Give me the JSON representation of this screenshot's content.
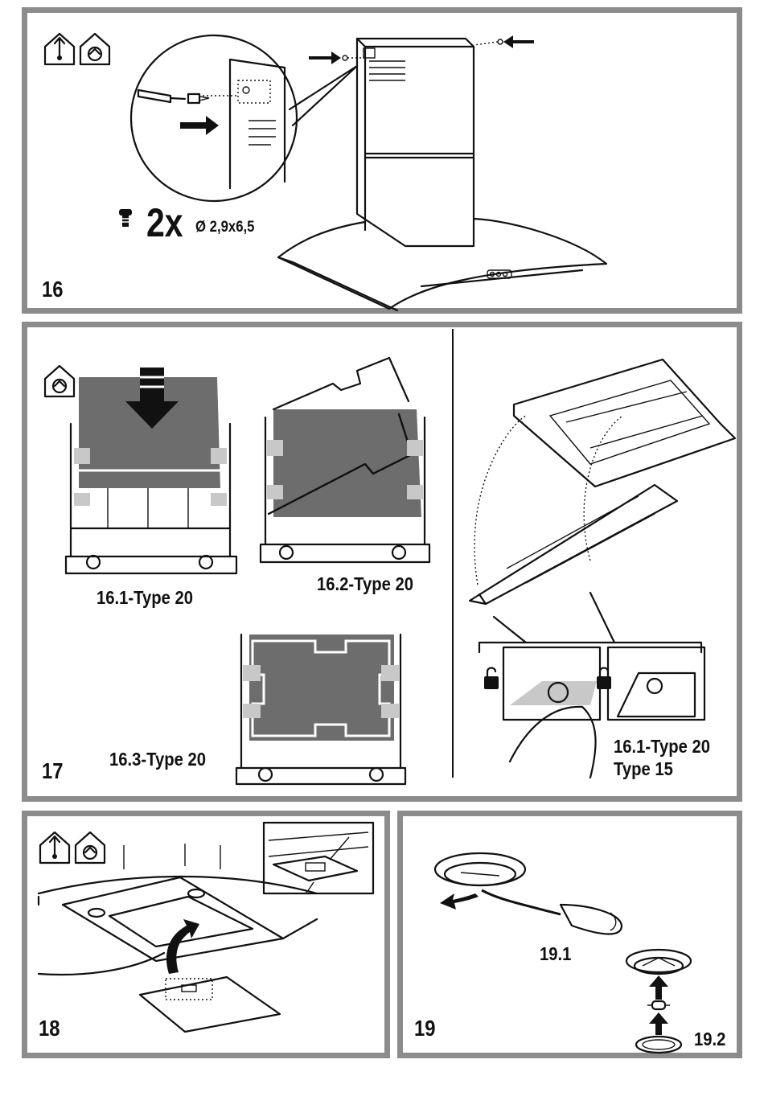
{
  "panel16": {
    "step": "16",
    "quantity": "2x",
    "screw_spec": "Ø 2,9x6,5",
    "icons": [
      "extraction-mode-icon",
      "recirculation-mode-icon"
    ]
  },
  "panel17": {
    "step": "17",
    "label_a": "16.1-Type 20",
    "label_b": "16.2-Type 20",
    "label_c": "16.3-Type 20",
    "label_d_line1": "16.1-Type 20",
    "label_d_line2": "Type 15",
    "icons": [
      "recirculation-mode-icon"
    ]
  },
  "panel18": {
    "step": "18",
    "icons": [
      "extraction-mode-icon",
      "recirculation-mode-icon"
    ]
  },
  "panel19": {
    "step": "19",
    "label_a": "19.1",
    "label_b": "19.2"
  }
}
